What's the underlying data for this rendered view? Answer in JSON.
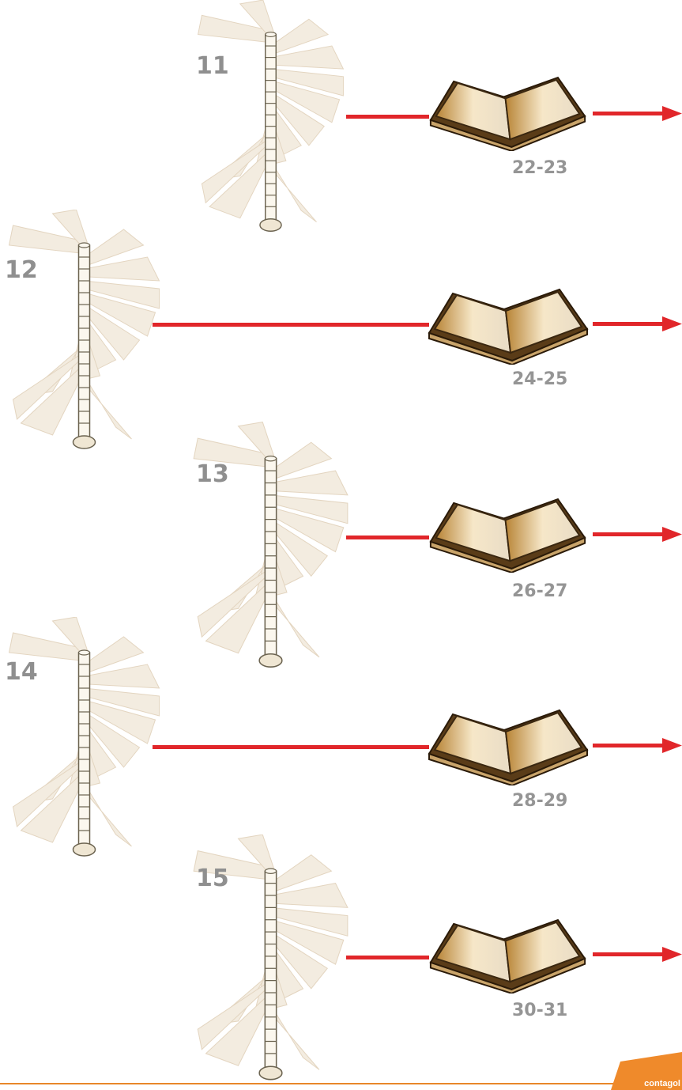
{
  "steps": [
    {
      "number": "11",
      "pages": "22-23"
    },
    {
      "number": "12",
      "pages": "24-25"
    },
    {
      "number": "13",
      "pages": "26-27"
    },
    {
      "number": "14",
      "pages": "28-29"
    },
    {
      "number": "15",
      "pages": "30-31"
    }
  ],
  "logo": {
    "text": "contagol"
  },
  "colors": {
    "line": "#e1262a",
    "label": "#8f8f8f",
    "footer": "#e8872a",
    "book": "#c79a55"
  }
}
